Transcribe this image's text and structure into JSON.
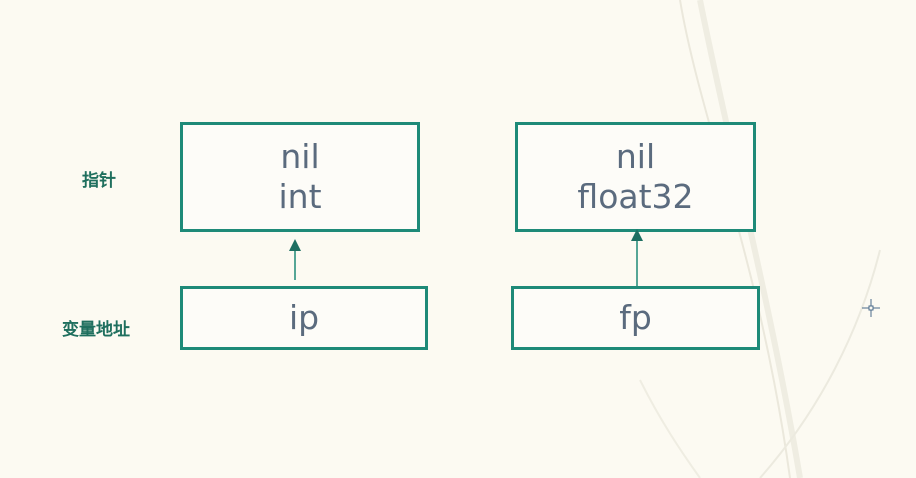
{
  "labels": {
    "pointer": "指针",
    "address": "变量地址"
  },
  "boxes": {
    "int_pointer": {
      "value": "nil",
      "type": "int"
    },
    "float_pointer": {
      "value": "nil",
      "type": "float32"
    },
    "ip": {
      "name": "ip"
    },
    "fp": {
      "name": "fp"
    }
  },
  "icons": {
    "arrow": "arrow-up-icon",
    "cursor": "crosshair-cursor-icon"
  },
  "colors": {
    "accent": "#1e8a78",
    "label": "#1f6f5e",
    "text": "#5b6b7e",
    "background": "#fcfaf2"
  }
}
